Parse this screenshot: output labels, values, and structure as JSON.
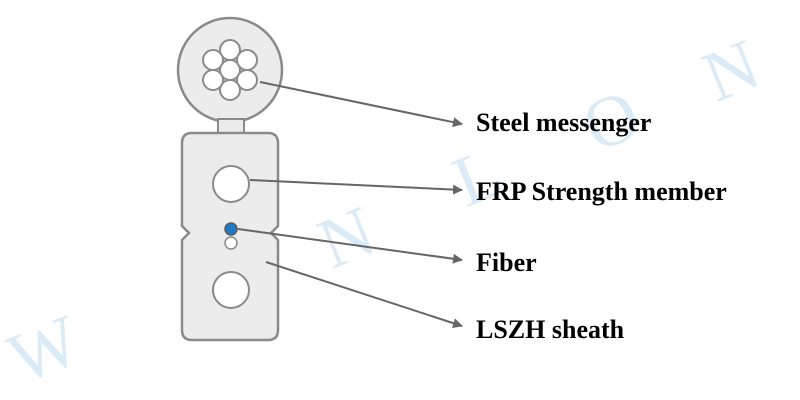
{
  "watermark": {
    "text": "WANLONG",
    "color": "#bcd9ef"
  },
  "labels": {
    "steel_messenger": "Steel messenger",
    "frp_strength_member": "FRP Strength member",
    "fiber": "Fiber",
    "lszh_sheath": "LSZH sheath"
  },
  "colors": {
    "outline": "#8a8a8a",
    "fill": "#ececec",
    "fiber": "#1f7ac9",
    "arrow": "#666666",
    "text": "#000000"
  }
}
